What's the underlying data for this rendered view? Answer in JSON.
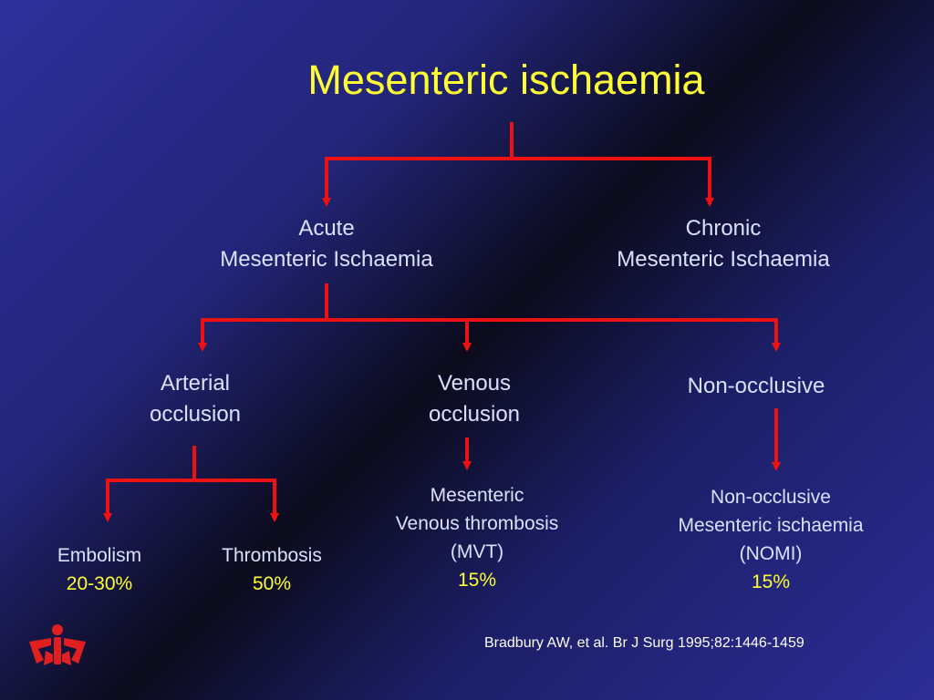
{
  "title": "Mesenteric ischaemia",
  "acute": {
    "line1": "Acute",
    "line2": "Mesenteric Ischaemia"
  },
  "chronic": {
    "line1": "Chronic",
    "line2": "Mesenteric Ischaemia"
  },
  "arterial": {
    "line1": "Arterial",
    "line2": "occlusion"
  },
  "venous": {
    "line1": "Venous",
    "line2": "occlusion"
  },
  "nonocclusive": {
    "line1": "Non-occlusive"
  },
  "embolism": {
    "label": "Embolism",
    "pct": "20-30%"
  },
  "thrombosis": {
    "label": "Thrombosis",
    "pct": "50%"
  },
  "mvt": {
    "line1": "Mesenteric",
    "line2": "Venous thrombosis",
    "line3": "(MVT)",
    "pct": "15%"
  },
  "nomi": {
    "line1": "Non-occlusive",
    "line2": "Mesenteric ischaemia",
    "line3": "(NOMI)",
    "pct": "15%"
  },
  "citation": "Bradbury AW, et al. Br J Surg 1995;82:1446-1459",
  "colors": {
    "title": "#ffff33",
    "text": "#d8e2ff",
    "connector": "#ee1111"
  },
  "icons": {
    "logo": "society-logo-icon"
  }
}
